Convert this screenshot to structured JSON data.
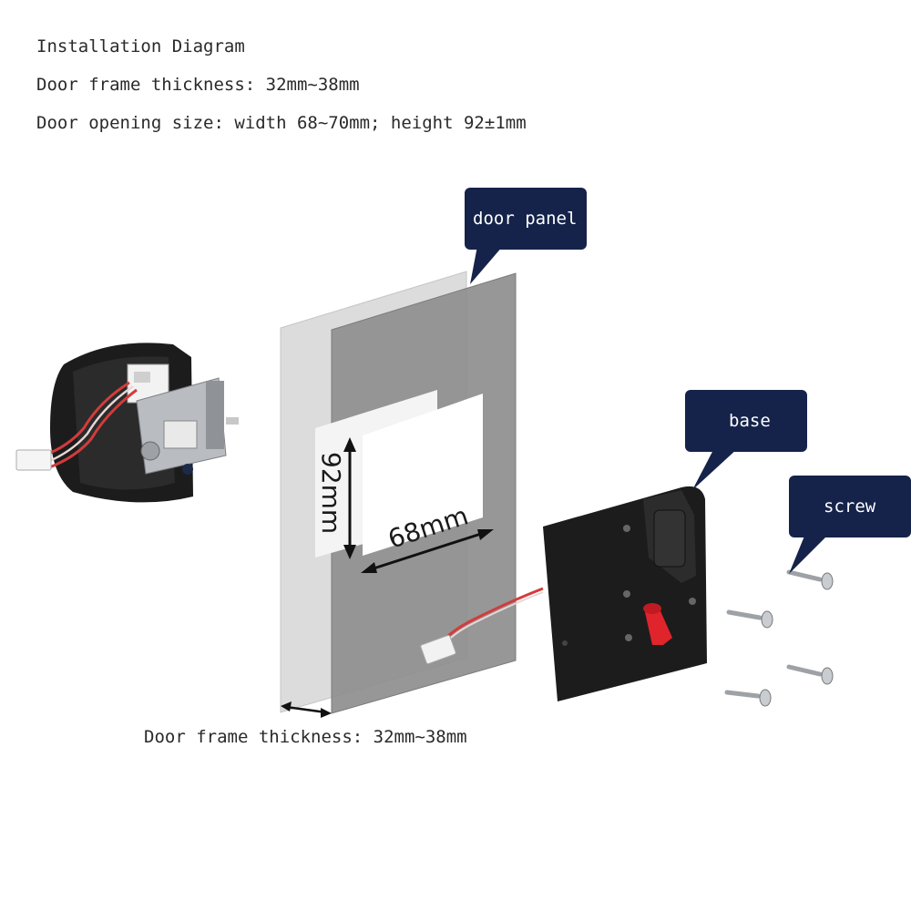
{
  "header": {
    "title": "Installation Diagram",
    "frame_thickness": "Door frame thickness: 32mm~38mm",
    "opening_size": "Door opening size: width 68~70mm; height 92±1mm"
  },
  "callouts": {
    "door_panel": "door panel",
    "base": "base",
    "screw": "screw"
  },
  "dimensions": {
    "height": "92mm",
    "width": "68mm"
  },
  "bottom_caption": "Door frame thickness: 32mm~38mm",
  "colors": {
    "callout_bg": "#15234a",
    "panel_light": "#d9d9d9",
    "panel_dark": "#8a8a8a",
    "device_black": "#1c1c1c",
    "knob_red": "#e0242c",
    "wire_red": "#d23c3c"
  }
}
